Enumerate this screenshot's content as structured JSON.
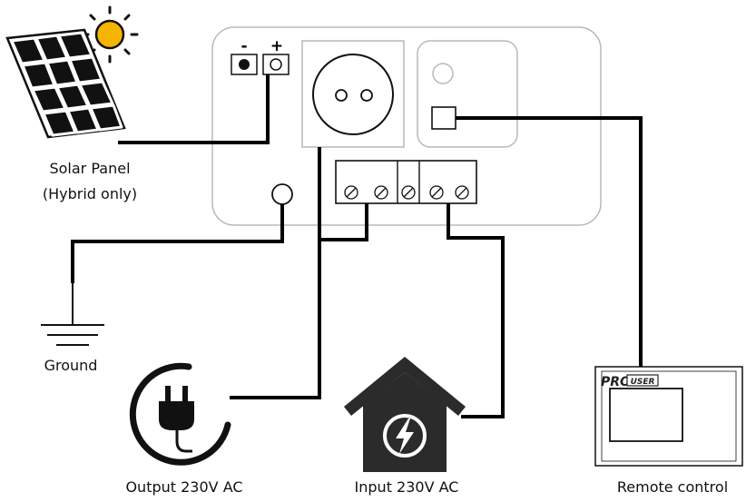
{
  "terminals": {
    "minus": "-",
    "plus": "+"
  },
  "labels": {
    "solar_line1": "Solar Panel",
    "solar_line2": "(Hybrid only)",
    "ground": "Ground",
    "output": "Output 230V AC",
    "input": "Input 230V AC",
    "remote": "Remote control"
  },
  "remote_logo": {
    "pro": "PRO",
    "user": "USER"
  },
  "colors": {
    "wire": "#000000",
    "device_outline": "#b8b8b8",
    "sun": "#f5b400",
    "house": "#2b2b2b"
  },
  "icons": [
    "sun-icon",
    "solar-panel-icon",
    "ground-icon",
    "plug-icon",
    "house-lightning-icon",
    "remote-control-icon"
  ]
}
